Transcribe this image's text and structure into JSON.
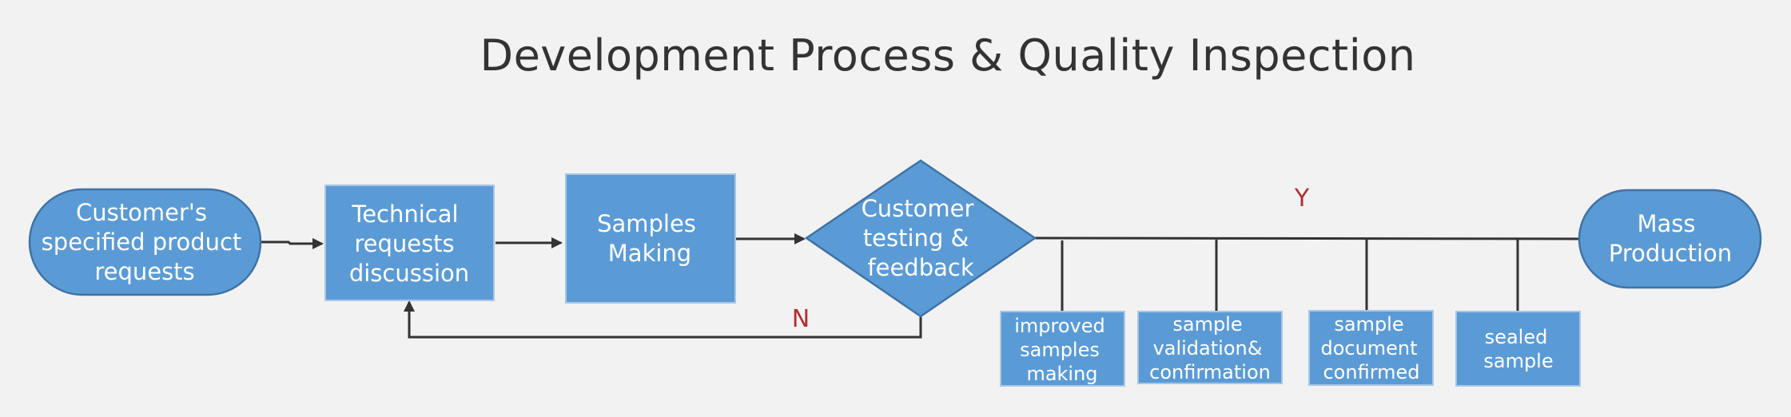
{
  "title": "Development Process & Quality Inspection",
  "nodes": {
    "customer_requests": [
      "Customer's",
      "specified product",
      "requests"
    ],
    "technical_discussion": [
      "Technical",
      "requests",
      "discussion"
    ],
    "samples_making": [
      "Samples",
      "Making"
    ],
    "customer_testing": [
      "Customer",
      "testing &",
      "feedback"
    ],
    "mass_production": [
      "Mass",
      "Production"
    ],
    "improved_samples": [
      "improved",
      "samples",
      "making"
    ],
    "sample_validation": [
      "sample",
      "validation&",
      "confirmation"
    ],
    "sample_document": [
      "sample",
      "document",
      "confirmed"
    ],
    "sealed_sample": [
      "sealed",
      "sample"
    ]
  },
  "edge_labels": {
    "yes": "Y",
    "no": "N"
  },
  "colors": {
    "background": "#f2f2f2",
    "node_fill": "#5b9bd5",
    "node_stroke": "#3f73a6",
    "connector": "#333333",
    "label_red": "#b03030"
  }
}
